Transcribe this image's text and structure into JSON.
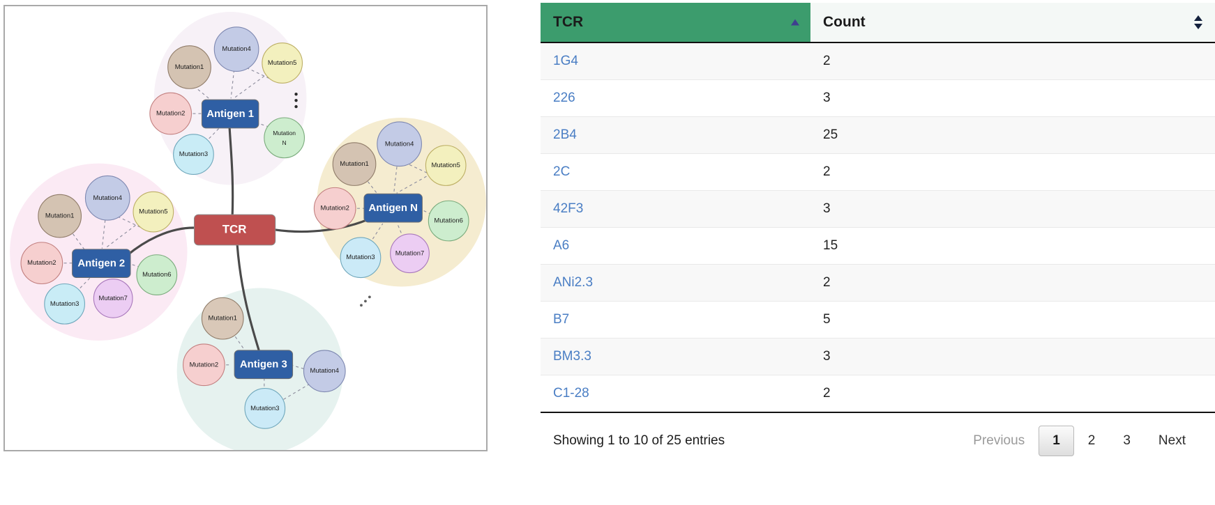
{
  "diagram": {
    "center_node": {
      "label": "TCR",
      "color": "#bf5050"
    },
    "clusters": [
      {
        "id": "antigen-1",
        "antigen_label": "Antigen 1",
        "halo_color": "#f7f1f7",
        "mutations": [
          "Mutation1",
          "Mutation2",
          "Mutation3",
          "Mutation4",
          "Mutation5",
          "Mutation N"
        ]
      },
      {
        "id": "antigen-2",
        "antigen_label": "Antigen 2",
        "halo_color": "#fbeaf4",
        "mutations": [
          "Mutation1",
          "Mutation2",
          "Mutation3",
          "Mutation4",
          "Mutation5",
          "Mutation6",
          "Mutation7"
        ]
      },
      {
        "id": "antigen-3",
        "antigen_label": "Antigen 3",
        "halo_color": "#e6f2ef",
        "mutations": [
          "Mutation1",
          "Mutation2",
          "Mutation3",
          "Mutation4"
        ]
      },
      {
        "id": "antigen-n",
        "antigen_label": "Antigen N",
        "halo_color": "#f5ecd0",
        "mutations": [
          "Mutation1",
          "Mutation2",
          "Mutation3",
          "Mutation4",
          "Mutation5",
          "Mutation6",
          "Mutation7"
        ]
      }
    ],
    "ellipsis_markers": [
      "vertical",
      "diagonal"
    ],
    "antigen_color": "#2f5fa4"
  },
  "table": {
    "columns": [
      {
        "key": "tcr",
        "label": "TCR",
        "sorted": "asc"
      },
      {
        "key": "count",
        "label": "Count",
        "sorted": "none"
      }
    ],
    "rows": [
      {
        "tcr": "1G4",
        "count": "2"
      },
      {
        "tcr": "226",
        "count": "3"
      },
      {
        "tcr": "2B4",
        "count": "25"
      },
      {
        "tcr": "2C",
        "count": "2"
      },
      {
        "tcr": "42F3",
        "count": "3"
      },
      {
        "tcr": "A6",
        "count": "15"
      },
      {
        "tcr": "ANi2.3",
        "count": "2"
      },
      {
        "tcr": "B7",
        "count": "5"
      },
      {
        "tcr": "BM3.3",
        "count": "3"
      },
      {
        "tcr": "C1-28",
        "count": "2"
      }
    ],
    "entries_info": "Showing 1 to 10 of 25 entries",
    "pagination": {
      "previous_label": "Previous",
      "next_label": "Next",
      "pages": [
        "1",
        "2",
        "3"
      ],
      "current_page": "1"
    },
    "colors": {
      "sorted_header_bg": "#3c9c6d",
      "link": "#4a7ec4",
      "row_alt_bg": "#f8f8f8"
    }
  }
}
